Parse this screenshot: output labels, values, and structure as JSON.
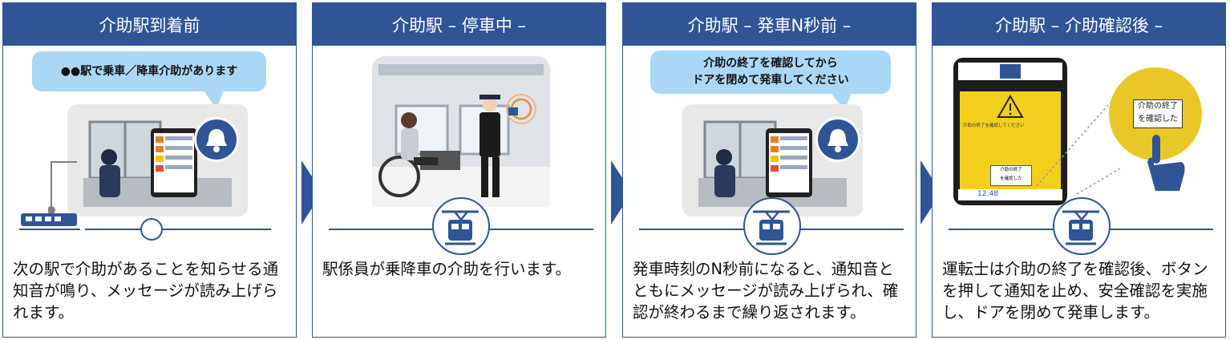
{
  "panels": [
    {
      "title": "介助駅到着前",
      "bubble": "●●駅で乗車／降車介助があります",
      "desc": "次の駅で介助があることを知らせる通知音が鳴り、メッセージが読み上げられます。"
    },
    {
      "title": "介助駅 – 停車中 –",
      "desc": "駅係員が乗降車の介助を行います。"
    },
    {
      "title": "介助駅 – 発車N秒前 –",
      "bubble_line1": "介助の終了を確認してから",
      "bubble_line2": "ドアを閉めて発車してください",
      "desc": "発車時刻のN秒前になると、通知音とともにメッセージが読み上げられ、確認が終わるまで繰り返されます。"
    },
    {
      "title": "介助駅 – 介助確認後 –",
      "zoom_line1": "介助の終了",
      "zoom_line2": "を確認した",
      "desc": "運転士は介助の終了を確認後、ボタンを押して通知を止め、安全確認を実施し、ドアを閉めて発車します。"
    }
  ],
  "tablet": {
    "screen_line": "介助の終了を確認してください",
    "button_line1": "介助の終了",
    "button_line2": "を確認した",
    "clock": "12:48"
  },
  "colors": {
    "accent": "#2f5597",
    "bubble": "#a9d7f5",
    "alert": "#f2cf1d",
    "bell": "#2f5597"
  }
}
